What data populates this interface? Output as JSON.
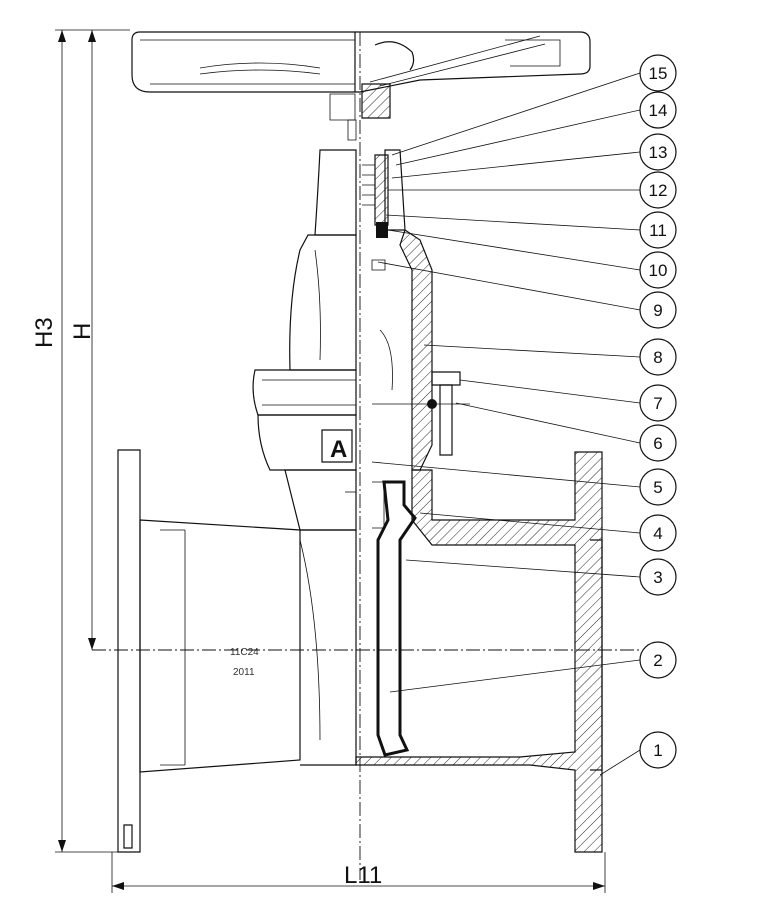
{
  "dimensions": {
    "h3": "H3",
    "h": "H",
    "l11": "L11"
  },
  "body_marking": {
    "line1": "11C24",
    "line2": "2011",
    "logo": "A"
  },
  "callouts": [
    "1",
    "2",
    "3",
    "4",
    "5",
    "6",
    "7",
    "8",
    "9",
    "10",
    "11",
    "12",
    "13",
    "14",
    "15"
  ],
  "colors": {
    "line": "#111111",
    "background": "#ffffff"
  }
}
